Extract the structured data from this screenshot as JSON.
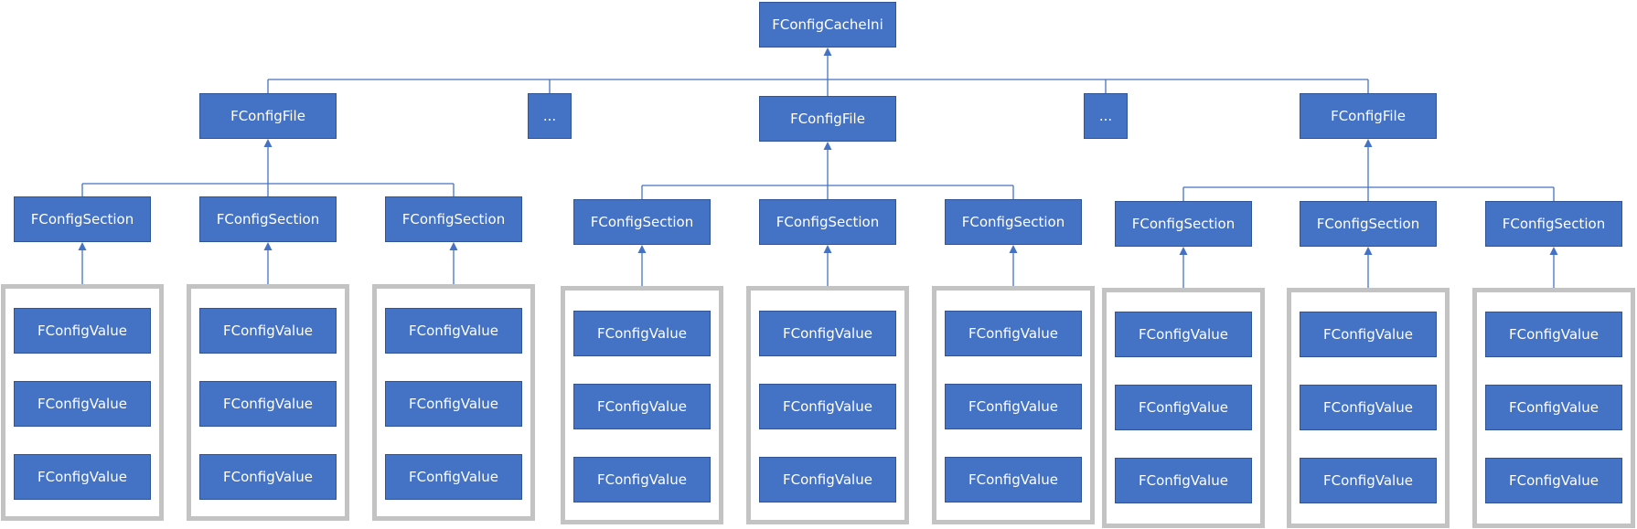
{
  "diagram": {
    "root": {
      "label": "FConfigCacheIni"
    },
    "files": [
      {
        "label": "FConfigFile",
        "sections": [
          {
            "label": "FConfigSection",
            "values": [
              "FConfigValue",
              "FConfigValue",
              "FConfigValue"
            ]
          },
          {
            "label": "FConfigSection",
            "values": [
              "FConfigValue",
              "FConfigValue",
              "FConfigValue"
            ]
          },
          {
            "label": "FConfigSection",
            "values": [
              "FConfigValue",
              "FConfigValue",
              "FConfigValue"
            ]
          }
        ]
      },
      {
        "label": "..."
      },
      {
        "label": "FConfigFile",
        "sections": [
          {
            "label": "FConfigSection",
            "values": [
              "FConfigValue",
              "FConfigValue",
              "FConfigValue"
            ]
          },
          {
            "label": "FConfigSection",
            "values": [
              "FConfigValue",
              "FConfigValue",
              "FConfigValue"
            ]
          },
          {
            "label": "FConfigSection",
            "values": [
              "FConfigValue",
              "FConfigValue",
              "FConfigValue"
            ]
          }
        ]
      },
      {
        "label": "..."
      },
      {
        "label": "FConfigFile",
        "sections": [
          {
            "label": "FConfigSection",
            "values": [
              "FConfigValue",
              "FConfigValue",
              "FConfigValue"
            ]
          },
          {
            "label": "FConfigSection",
            "values": [
              "FConfigValue",
              "FConfigValue",
              "FConfigValue"
            ]
          },
          {
            "label": "FConfigSection",
            "values": [
              "FConfigValue",
              "FConfigValue",
              "FConfigValue"
            ]
          }
        ]
      }
    ],
    "colors": {
      "node_fill": "#4472c4",
      "node_border": "#2f5597",
      "connector": "#4472c4",
      "group_border": "#c3c3c3",
      "text": "#ffffff"
    }
  }
}
